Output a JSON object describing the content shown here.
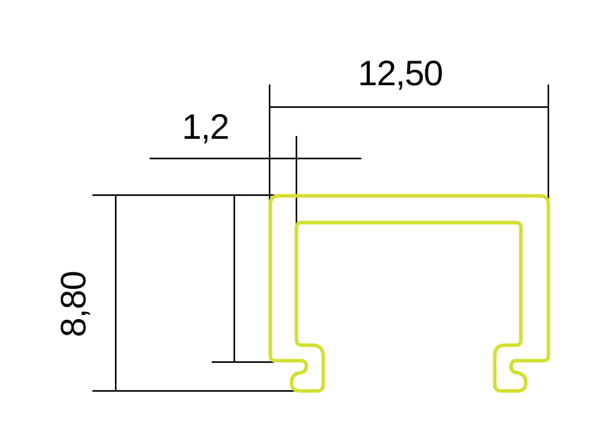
{
  "dimensions": {
    "width_label": "12,50",
    "thickness_label": "1,2",
    "height_label": "8,80"
  },
  "colors": {
    "profile": "#d3df2f",
    "dimension_lines": "#000000"
  }
}
